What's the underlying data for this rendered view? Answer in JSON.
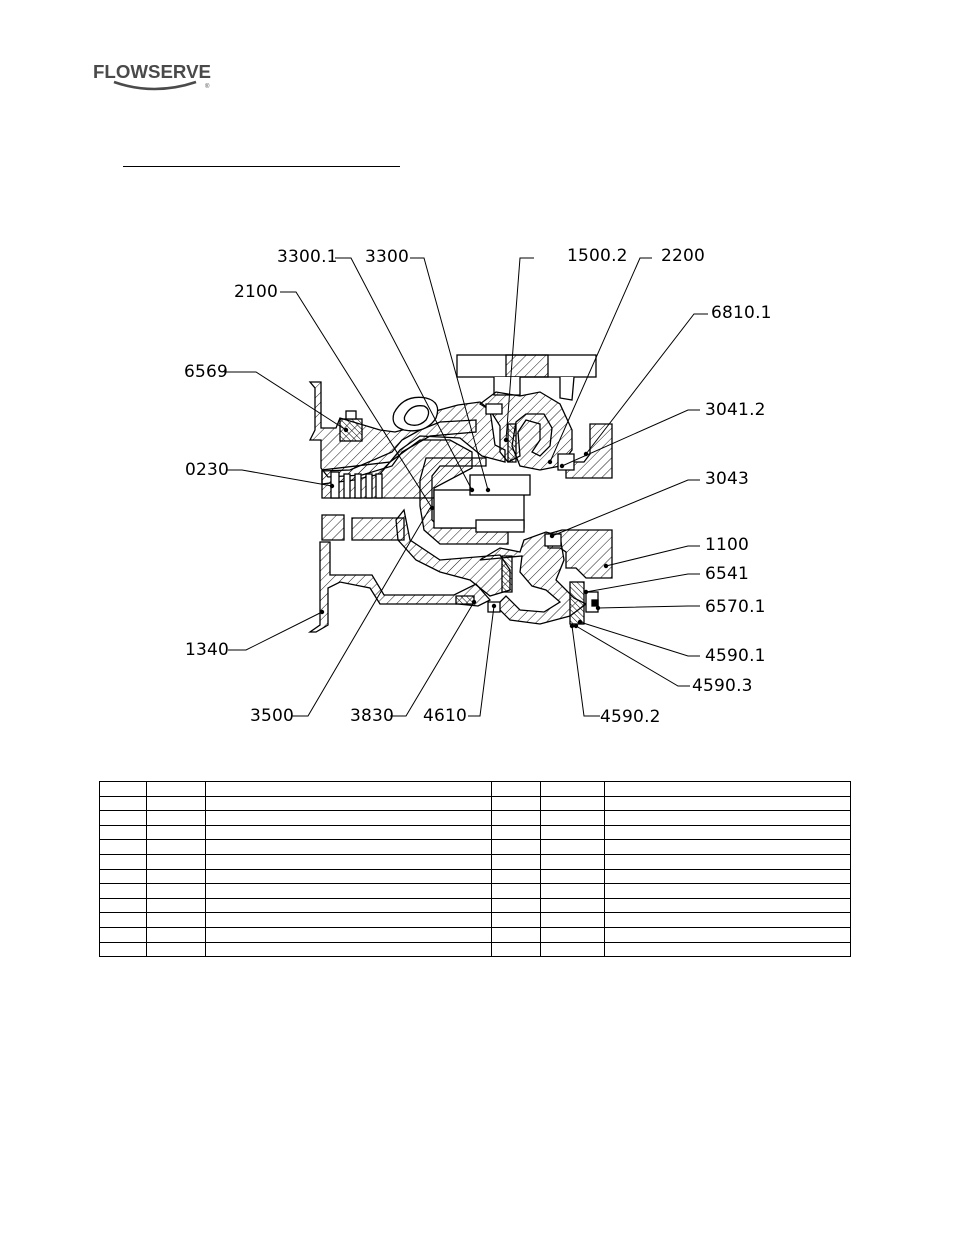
{
  "header": {
    "logo_text": "FLOWSERVE",
    "logo_registered": "®"
  },
  "drawing": {
    "callouts": [
      "3300.1",
      "3300",
      "1500.2",
      "2200",
      "2100",
      "6810.1",
      "6569",
      "3041.2",
      "0230",
      "3043",
      "1100",
      "6541",
      "6570.1",
      "1340",
      "4590.1",
      "4590.3",
      "3500",
      "3830",
      "4610",
      "4590.2"
    ]
  },
  "parts_table": {
    "rows": [
      [
        "",
        "",
        "",
        "",
        "",
        ""
      ],
      [
        "",
        "",
        "",
        "",
        "",
        ""
      ],
      [
        "",
        "",
        "",
        "",
        "",
        ""
      ],
      [
        "",
        "",
        "",
        "",
        "",
        ""
      ],
      [
        "",
        "",
        "",
        "",
        "",
        ""
      ],
      [
        "",
        "",
        "",
        "",
        "",
        ""
      ],
      [
        "",
        "",
        "",
        "",
        "",
        ""
      ],
      [
        "",
        "",
        "",
        "",
        "",
        ""
      ],
      [
        "",
        "",
        "",
        "",
        "",
        ""
      ],
      [
        "",
        "",
        "",
        "",
        "",
        ""
      ],
      [
        "",
        "",
        "",
        "",
        "",
        ""
      ],
      [
        "",
        "",
        "",
        "",
        "",
        ""
      ]
    ]
  }
}
